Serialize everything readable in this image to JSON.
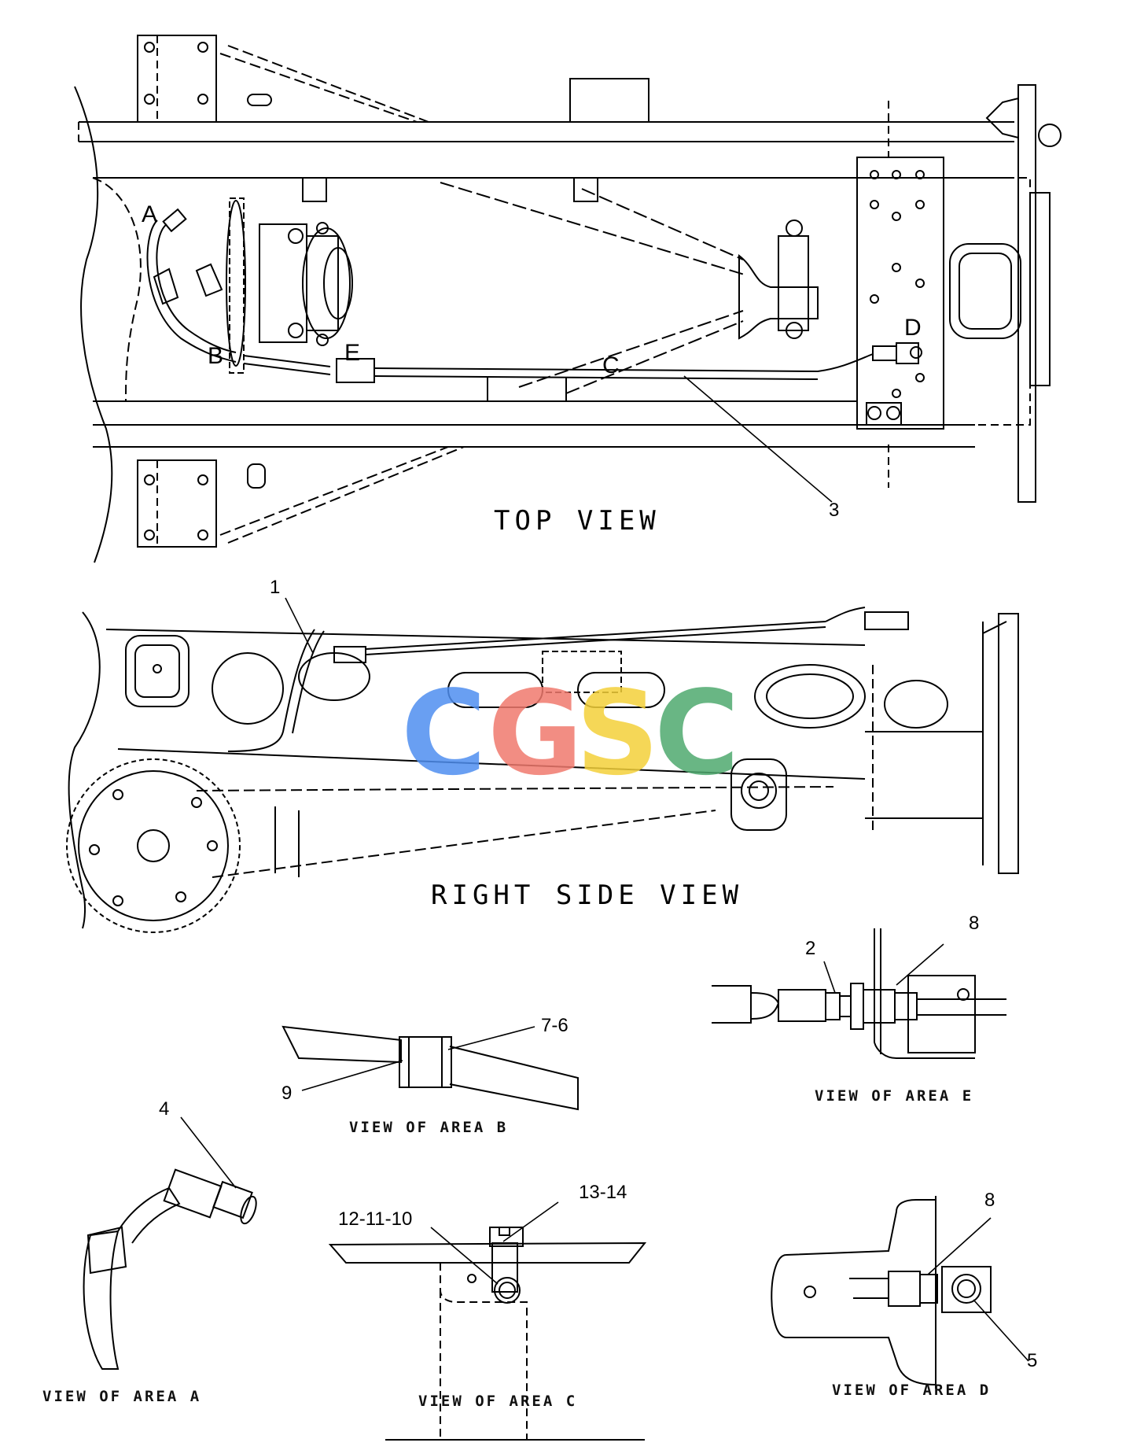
{
  "views": {
    "top": "TOP VIEW",
    "right_side": "RIGHT SIDE VIEW",
    "area_a": "VIEW OF AREA A",
    "area_b": "VIEW OF AREA B",
    "area_c": "VIEW OF AREA C",
    "area_d": "VIEW OF AREA D",
    "area_e": "VIEW OF AREA E"
  },
  "area_letters": {
    "a": "A",
    "b": "B",
    "c": "C",
    "d": "D",
    "e": "E"
  },
  "callouts": {
    "c1": "1",
    "c2": "2",
    "c3": "3",
    "c4": "4",
    "c5": "5",
    "c8_e": "8",
    "c8_d": "8",
    "c9": "9",
    "c7_6": "7-6",
    "c12_11_10": "12-11-10",
    "c13_14": "13-14"
  },
  "watermark": {
    "letters": [
      "C",
      "G",
      "S",
      "C"
    ],
    "colors": [
      "#4f8ff0",
      "#f07a6e",
      "#f4d13a",
      "#4faa6f"
    ]
  },
  "colors": {
    "line": "#000000",
    "background": "#ffffff"
  }
}
